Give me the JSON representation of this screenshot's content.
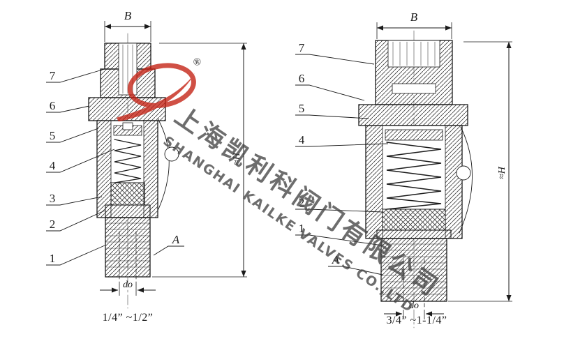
{
  "page": {
    "background": "#ffffff"
  },
  "watermark": {
    "company_cn": "上海凯利科阀门有限公司",
    "company_en": "SHANGHAI KAILKE VALVES CO.,LTD",
    "registered_mark": "®",
    "logo_color": "#c42012",
    "text_color": "#454545"
  },
  "left_valve": {
    "caption": "1/4” ~1/2”",
    "part_labels": [
      "7",
      "6",
      "5",
      "4",
      "3",
      "2",
      "1"
    ],
    "port_label": "A",
    "dim_width": "B",
    "dim_height": "≈H",
    "dim_bore": "do"
  },
  "right_valve": {
    "caption": "3/4” ~1-1/4”",
    "part_labels": [
      "7",
      "6",
      "5",
      "4",
      "2",
      "1"
    ],
    "port_label": "A",
    "dim_width": "B",
    "dim_height": "≈H",
    "dim_bore": "do"
  }
}
